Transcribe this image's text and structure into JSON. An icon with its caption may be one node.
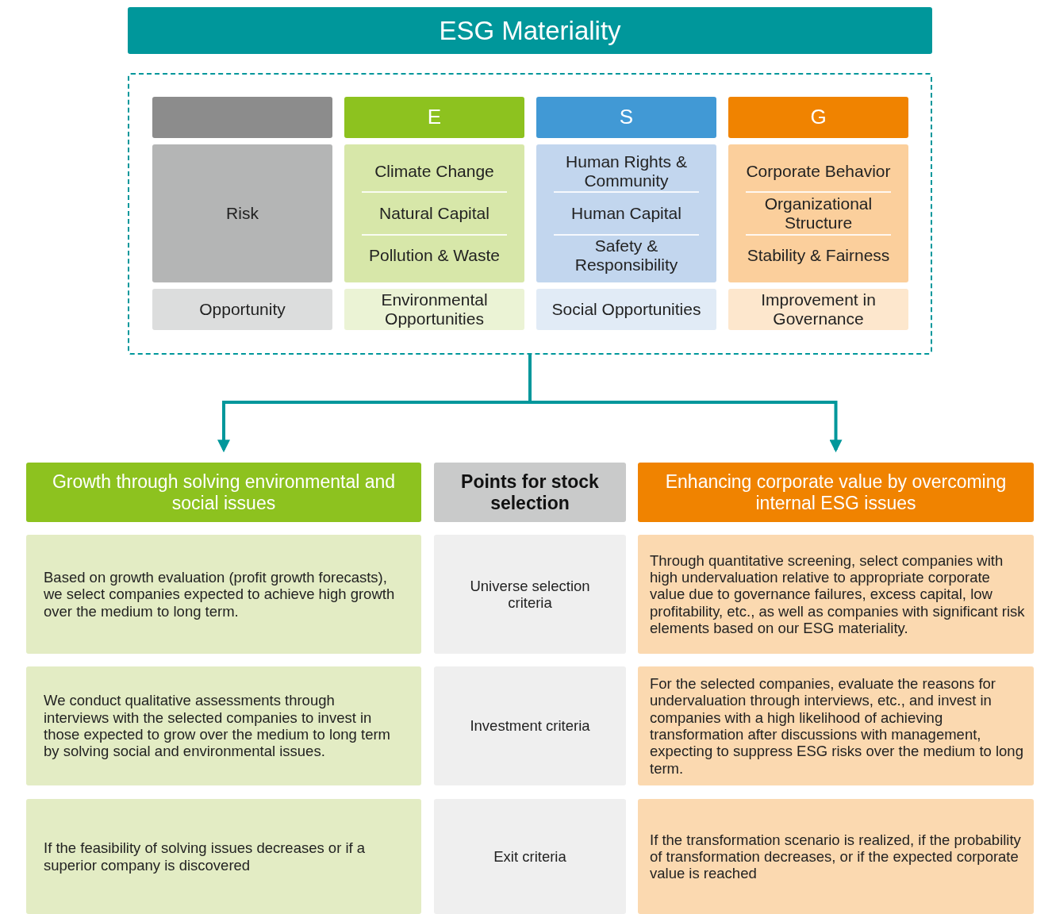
{
  "diagram": {
    "title": "ESG Materiality",
    "nodes": [
      {
        "text": [],
        "shape": "box"
      },
      {
        "text": [],
        "shape": "box",
        "in": 0
      },
      {
        "text": [
          "E"
        ],
        "in": 0
      },
      {
        "text": [
          "S"
        ],
        "in": 0
      },
      {
        "text": [
          "G"
        ],
        "in": 0
      },
      {
        "text": [
          "Risk"
        ],
        "in": 0
      },
      {
        "text": [
          "Climate Change",
          "Natural Capital",
          "Pollution & Waste"
        ],
        "in": 0
      },
      {
        "text": [
          "Human Rights & Community",
          "Human Capital",
          "Safety & Responsibility"
        ],
        "in": 0
      },
      {
        "text": [
          "Corporate Behavior",
          "Organizational Structure",
          "Stability & Fairness"
        ],
        "in": 0
      },
      {
        "text": [
          "Opportunity"
        ],
        "in": 0
      },
      {
        "text": [
          "Environmental Opportunities"
        ],
        "in": 0
      },
      {
        "text": [
          "Social Opportunities"
        ],
        "in": 0
      },
      {
        "text": [
          "Improvement in Governance"
        ],
        "in": 0
      },
      {
        "text": [
          "Growth through solving environmental and social issues"
        ]
      },
      {
        "text": [
          "Points for stock selection"
        ]
      },
      {
        "text": [
          "Enhancing corporate value by overcoming internal ESG issues"
        ]
      },
      {
        "text": [
          "Based on growth evaluation (profit growth forecasts), we select companies expected to achieve high growth over the medium to long term."
        ]
      },
      {
        "text": [
          "Universe selection criteria"
        ]
      },
      {
        "text": [
          "Through quantitative screening, select companies with high undervaluation relative to appropriate corporate value due to governance failures, excess capital, low profitability, etc., as well as companies with significant risk elements based on our ESG materiality."
        ]
      },
      {
        "text": [
          "We conduct qualitative assessments through interviews with the selected companies to invest in those expected to grow over the medium to long term by solving social and environmental issues."
        ]
      },
      {
        "text": [
          "Investment criteria"
        ]
      },
      {
        "text": [
          "For the selected companies, evaluate the reasons for undervaluation through interviews, etc., and invest in companies with a high likelihood of achieving transformation after discussions with management, expecting to suppress ESG risks over the medium to long term."
        ]
      },
      {
        "text": [
          "If the feasibility of solving issues decreases or if a superior company is discovered"
        ]
      },
      {
        "text": [
          "Exit criteria"
        ]
      },
      {
        "text": [
          "If the transformation scenario is realized, if the probability of transformation decreases, or if the expected corporate value is reached"
        ]
      }
    ],
    "edges": [
      {
        "from": 0,
        "to": 13,
        "arrow": "to"
      },
      {
        "from": 0,
        "to": 15,
        "arrow": "to"
      }
    ]
  }
}
